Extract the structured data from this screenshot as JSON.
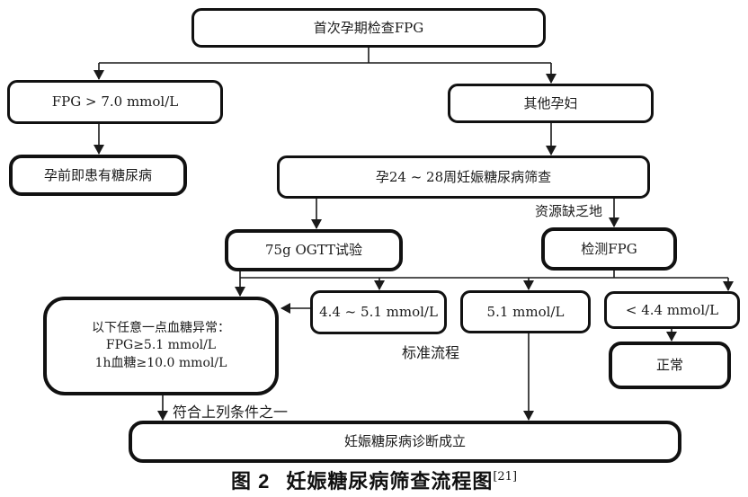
{
  "figure": {
    "caption_label": "图 2",
    "caption_title": "妊娠糖尿病筛查流程图",
    "caption_ref": "[21]"
  },
  "nodes": {
    "start": "首次孕期检查FPG",
    "fpg_high": "FPG > 7.0 mmol/L",
    "pre_existing": "孕前即患有糖尿病",
    "other_pregnant": "其他孕妇",
    "screen_24_28": "孕24 ~ 28周妊娠糖尿病筛查",
    "ogtt": "75g OGTT试验",
    "test_fpg": "检测FPG",
    "range_mid": "4.4 ~ 5.1 mmol/L",
    "range_high": "5.1 mmol/L",
    "range_low": "< 4.4 mmol/L",
    "normal": "正常",
    "abnormal_title": "以下任意一点血糖异常：",
    "abnormal_line1": "FPG≥5.1 mmol/L",
    "abnormal_line2": "1h血糖≥10.0 mmol/L",
    "diagnosis": "妊娠糖尿病诊断成立"
  },
  "labels": {
    "resource_scarce": "资源缺乏地",
    "standard_process": "标准流程",
    "meets_condition": "符合上列条件之一"
  },
  "colors": {
    "line": "#1a1a1a",
    "border": "#111111",
    "background": "#ffffff"
  }
}
